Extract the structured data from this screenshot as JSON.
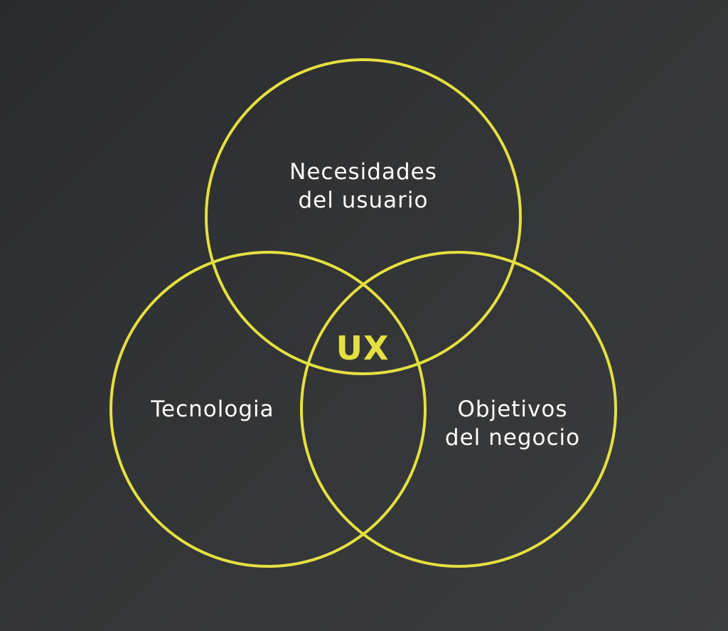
{
  "colors": {
    "circle_stroke": "#e4e041",
    "center_text": "#e4e041",
    "label_text": "#ffffff"
  },
  "circles": [
    {
      "id": "user-needs",
      "lines": [
        "Necesidades",
        "del usuario"
      ]
    },
    {
      "id": "technology",
      "lines": [
        "Tecnologia"
      ]
    },
    {
      "id": "business-goals",
      "lines": [
        "Objetivos",
        "del negocio"
      ]
    }
  ],
  "center": {
    "label": "UX"
  }
}
